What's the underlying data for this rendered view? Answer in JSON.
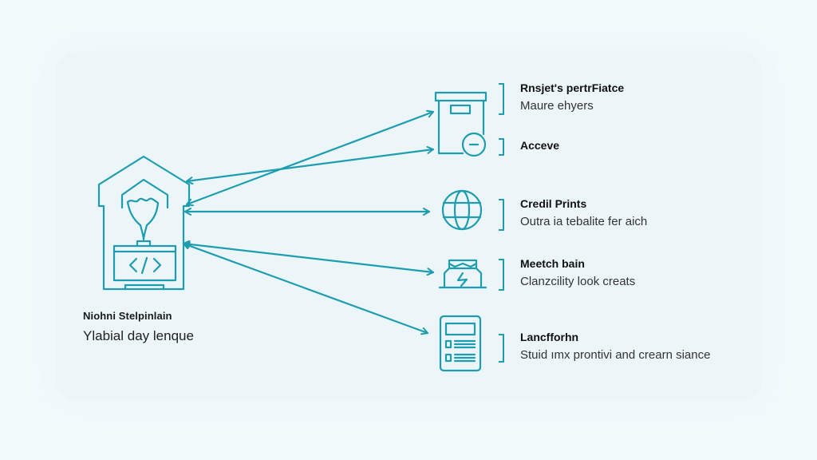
{
  "diagram": {
    "accent_color": "#1e9cb0",
    "background_color": "#ecf6f9",
    "source": {
      "icon": "house-code-icon",
      "title": "Niohni Stelpinlain",
      "subtitle": "Ylabial day lenque"
    },
    "items": [
      {
        "icon": "archive-box-icon",
        "title": "Rnsjet's pertrFiatce",
        "description": "Maure ehyers"
      },
      {
        "icon": "minus-circle-icon",
        "title": "Acceve",
        "description": ""
      },
      {
        "icon": "globe-icon",
        "title": "Credil Prints",
        "description": "Outra ia tebalite fer aich"
      },
      {
        "icon": "battery-bolt-icon",
        "title": "Meetch bain",
        "description": "Clanzcility look creats"
      },
      {
        "icon": "document-form-icon",
        "title": "Lancfforhn",
        "description": "Stuid ımx prontivi and crearn siance"
      }
    ]
  }
}
